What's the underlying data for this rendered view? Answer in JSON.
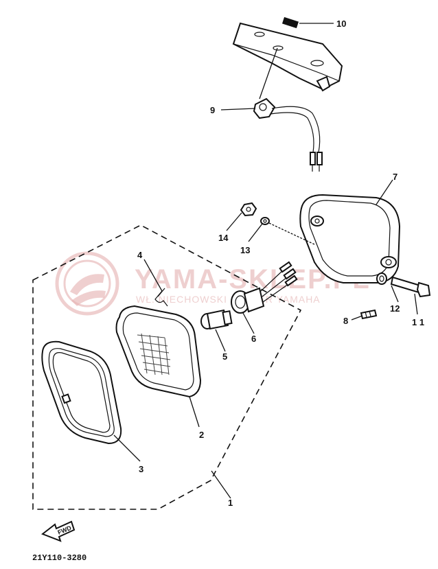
{
  "callouts": [
    {
      "id": "1",
      "label": "1"
    },
    {
      "id": "2",
      "label": "2"
    },
    {
      "id": "3",
      "label": "3"
    },
    {
      "id": "4",
      "label": "4"
    },
    {
      "id": "5",
      "label": "5"
    },
    {
      "id": "6",
      "label": "6"
    },
    {
      "id": "7",
      "label": "7"
    },
    {
      "id": "8",
      "label": "8"
    },
    {
      "id": "9",
      "label": "9"
    },
    {
      "id": "10",
      "label": "10"
    },
    {
      "id": "11",
      "label": "1 1"
    },
    {
      "id": "12",
      "label": "12"
    },
    {
      "id": "13",
      "label": "13"
    },
    {
      "id": "14",
      "label": "14"
    }
  ],
  "fwd_arrow": {
    "label": "FWD"
  },
  "diagram_code": "21Y110-3280",
  "watermark": {
    "title": "YAMA-SKLEP.PL",
    "subtitle": "WŁ. NIECHOWSKI DEALER YAMAHA",
    "color": "#e6b6b6"
  }
}
